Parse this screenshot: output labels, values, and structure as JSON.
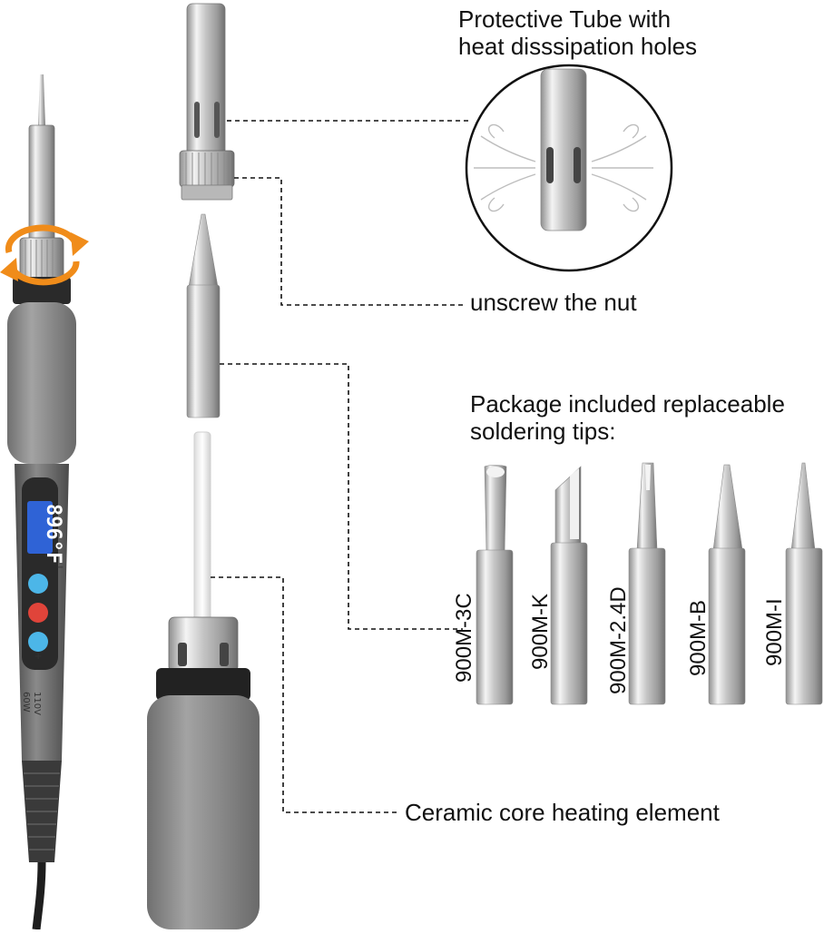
{
  "labels": {
    "protective_tube_line1": "Protective Tube with",
    "protective_tube_line2": "heat disssipation holes",
    "unscrew": "unscrew the nut",
    "package_line1": "Package included replaceable",
    "package_line2": "soldering tips:",
    "ceramic": "Ceramic core heating element"
  },
  "tips": [
    {
      "name": "900M-3C"
    },
    {
      "name": "900M-K"
    },
    {
      "name": "900M-2.4D"
    },
    {
      "name": "900M-B"
    },
    {
      "name": "900M-I"
    }
  ],
  "iron": {
    "display_value": "896°F",
    "minus": "−",
    "plus": "+",
    "voltage": "110V",
    "wattage": "60W"
  },
  "colors": {
    "grip_gray": "#8a8a8a",
    "body_gray": "#6e6e6e",
    "lcd_blue": "#2f63d6",
    "button_blue": "#4cb6e8",
    "button_red": "#e0443a",
    "rotate_arrow": "#f08c1a",
    "metal": "#c9c9c9"
  }
}
